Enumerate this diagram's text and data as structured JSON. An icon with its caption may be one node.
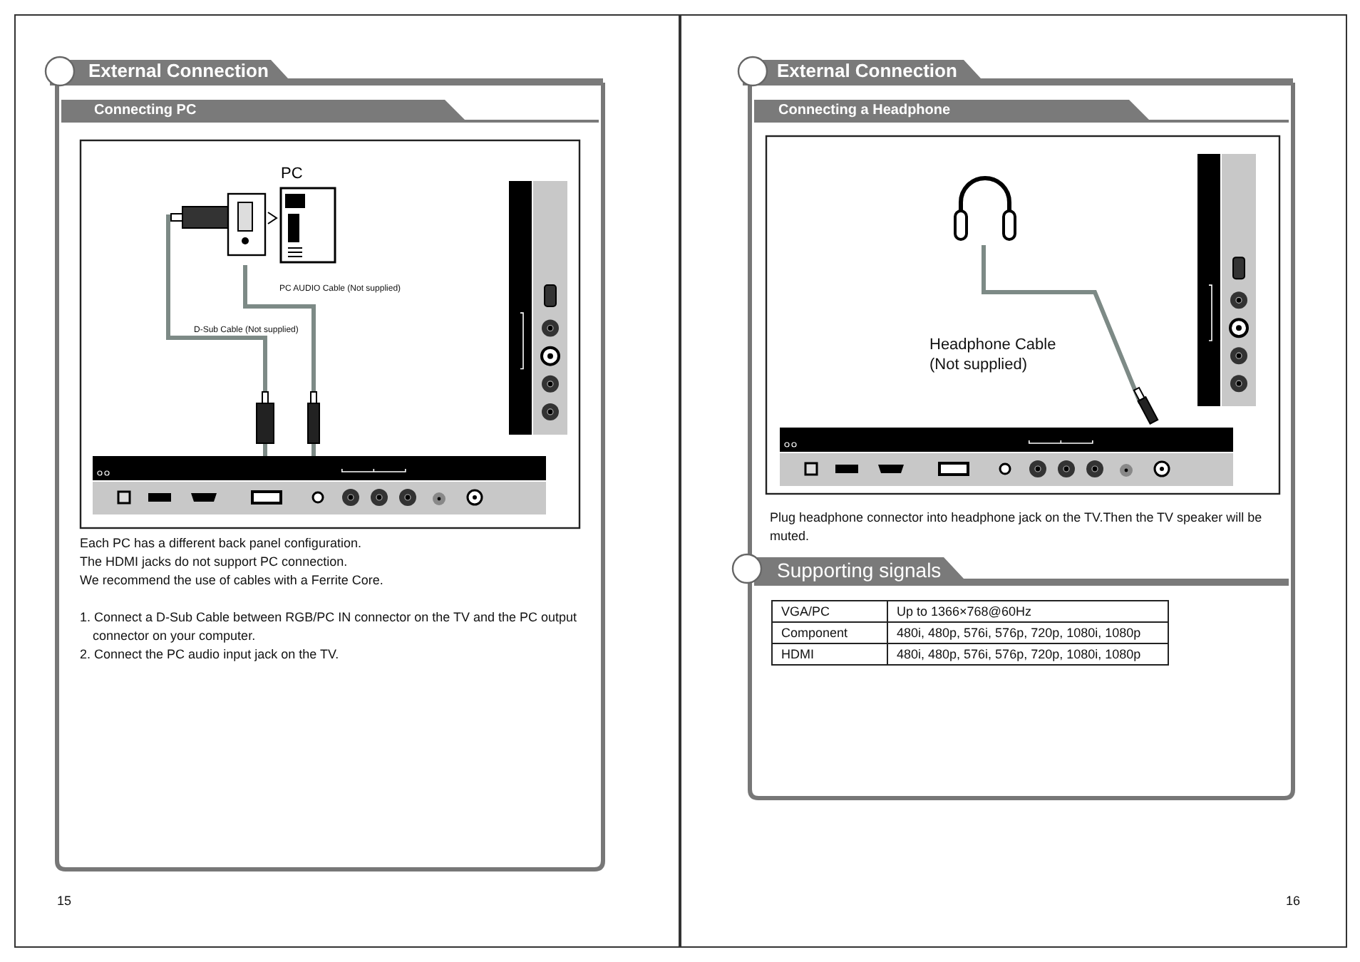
{
  "diagram": {
    "nodes": [
      {
        "text": [
          "PC"
        ]
      },
      {
        "text": [],
        "shape": "box"
      },
      {
        "text": [],
        "shape": "headphones"
      }
    ],
    "edges": [
      {
        "from": 0,
        "to": 1,
        "arrow": "none",
        "label": "D-Sub Cable (Not supplied)"
      },
      {
        "from": 0,
        "to": 1,
        "arrow": "none",
        "label": "PC AUDIO Cable (Not supplied)"
      },
      {
        "from": 2,
        "to": null,
        "arrow": "none",
        "label": "Headphone Cable (Not supplied)"
      }
    ],
    "labels": [
      "External Connection",
      "Connecting PC",
      "Each PC has a different back panel configuration.",
      "The HDMI jacks do not support PC connection.",
      "We recommend the use of cables with a Ferrite Core.",
      "1. Connect a D-Sub Cable between RGB/PC IN connector on the TV and the PC output connector on your computer.",
      "2. Connect the PC audio input jack on the TV.",
      "15",
      "External Connection",
      "Connecting a Headphone",
      "Plug headphone connector into headphone jack on the TV.Then the TV speaker will be muted.",
      "Supporting signals",
      "VGA/PC",
      "Up to 1366×768@60Hz",
      "Component",
      "480i, 480p, 576i, 576p, 720p, 1080i, 1080p",
      "HDMI",
      "480i, 480p, 576i, 576p, 720p, 1080i, 1080p",
      "16"
    ]
  }
}
